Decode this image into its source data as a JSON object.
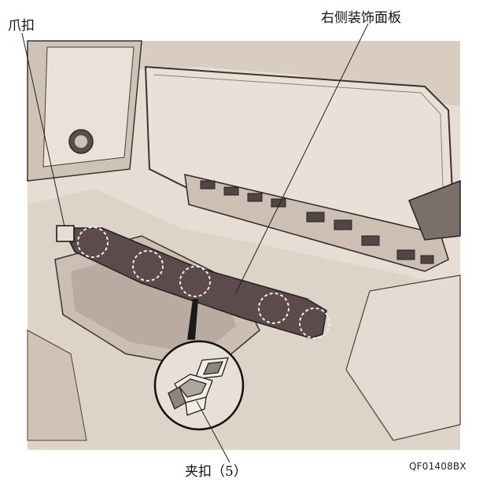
{
  "labels": {
    "claw": "爪扣",
    "panel": "右侧装饰面板",
    "clip": "夹扣（5）"
  },
  "figure_code": "QF01408BX",
  "colors": {
    "interior": "#e3dad1",
    "interior_dark": "#a89f99",
    "panel": "#5d4a4a",
    "line": "#2a2a2a"
  },
  "clip_count": 5
}
